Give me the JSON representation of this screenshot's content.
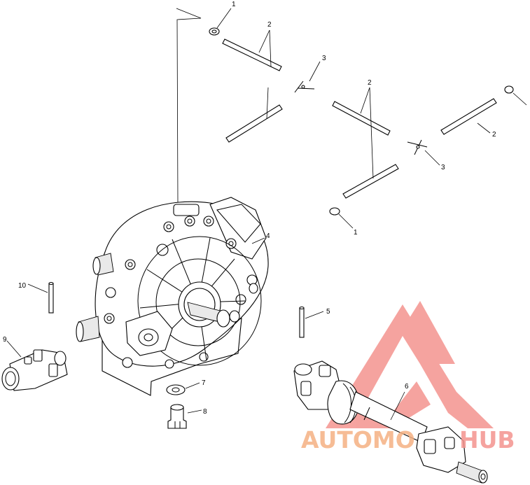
{
  "callouts": {
    "c1a": "1",
    "c1b": "1",
    "c2a": "2",
    "c2b": "2",
    "c2c": "2",
    "c3a": "3",
    "c3b": "3",
    "c4": "4",
    "c5": "5",
    "c6": "6",
    "c7": "7",
    "c8": "8",
    "c9": "9",
    "c10": "10"
  },
  "watermark": {
    "text_left": "AUTOMO",
    "text_right": "HUB",
    "color_orange": "#f5b183",
    "color_red": "#f4948f"
  }
}
